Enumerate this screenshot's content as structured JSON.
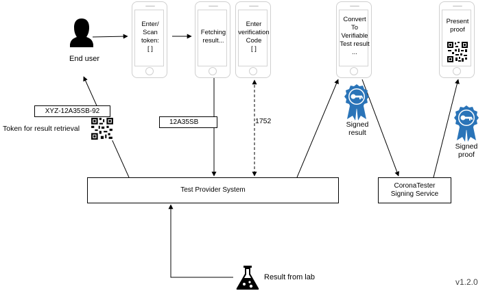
{
  "actors": {
    "end_user": "End user",
    "result_from_lab": "Result from lab"
  },
  "phones": {
    "enter_token": "Enter/\nScan\ntoken:\n[          ]",
    "fetching": "Fetching\nresult...",
    "verification": "Enter\nverification\nCode\n[      ]",
    "convert": "Convert\nTo\nVerifiable\nTest result\n...",
    "present": "Present\nproof"
  },
  "systems": {
    "test_provider": "Test Provider System",
    "signing_service": "CoronaTester\nSigning Service"
  },
  "tokens": {
    "full_token": "XYZ-12A35SB-92",
    "short_token": "12A35SB",
    "token_caption": "Token for result retrieval",
    "verification_code": "1752"
  },
  "badges": {
    "signed_result": "Signed\nresult",
    "signed_proof": "Signed\nproof"
  },
  "version": "v1.2.0",
  "colors": {
    "badge_blue": "#2a74b8",
    "phone_gray": "#cfcfcf"
  }
}
